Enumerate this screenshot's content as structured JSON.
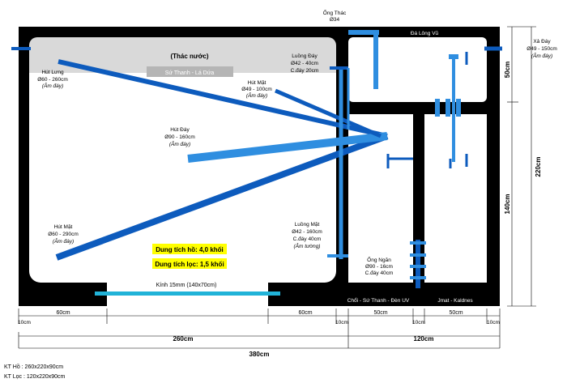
{
  "title": "(Thác nước)",
  "waterfall_sub": "Sứ Thanh - Lá Dứa",
  "top_pipe": {
    "name": "Ống Thác",
    "size": "Ø34"
  },
  "da_long_vu": "Đá Lông Vũ",
  "xa_day": {
    "name": "Xả Đáy",
    "size": "Ø49 - 150cm",
    "note": "(Âm đáy)"
  },
  "hut_lung": {
    "name": "Hút Lưng",
    "size": "Ø60 - 260cm",
    "note": "(Âm đáy)"
  },
  "luong_day": {
    "name": "Luồng Đáy",
    "size": "Ø42 - 40cm",
    "depth": "C.đáy 20cm"
  },
  "hut_mat_small": {
    "name": "Hút Mặt",
    "size": "Ø49 - 100cm",
    "note": "(Âm đáy)"
  },
  "hut_day": {
    "name": "Hút Đáy",
    "size": "Ø90 - 160cm",
    "note": "(Âm đáy)"
  },
  "hut_mat_big": {
    "name": "Hút Mặt",
    "size": "Ø60 - 290cm",
    "note": "(Âm đáy)"
  },
  "luong_mat": {
    "name": "Luồng Mặt",
    "size": "Ø42 - 160cm",
    "depth": "C.đáy 40cm",
    "note": "(Âm tường)"
  },
  "ong_ngan": {
    "name": "Ống Ngăn",
    "size": "Ø90 - 16cm",
    "depth": "C.đáy 40cm"
  },
  "volumes": {
    "pond": "Dung tích hồ: 4,0 khối",
    "filter": "Dung tích lọc: 1,5 khối"
  },
  "glass": "Kính 15mm (140x70cm)",
  "bottom_labels": {
    "left": "Chổi - Sứ Thanh - Đèn UV",
    "right": "Jmat - Kaldnes"
  },
  "dims": {
    "d60a": "60cm",
    "d60b": "60cm",
    "d50a": "50cm",
    "d50b": "50cm",
    "d10a": "10cm",
    "d10b": "10cm",
    "d10c": "10cm",
    "d10d": "10cm",
    "d260": "260cm",
    "d120": "120cm",
    "d380": "380cm",
    "v50": "50cm",
    "v140": "140cm",
    "v220": "220cm"
  },
  "kt": {
    "ho": "KT Hồ : 260x220x90cm",
    "loc": "KT Lọc : 120x220x90cm"
  },
  "colors": {
    "frame": "#000000",
    "pond": "#ffffff",
    "pipe_dark": "#0d5bbd",
    "pipe_light": "#2f8ee0",
    "pipe_glass": "#21b3d8",
    "highlight": "#ffff00",
    "waterfall": "#d9d9d9"
  }
}
